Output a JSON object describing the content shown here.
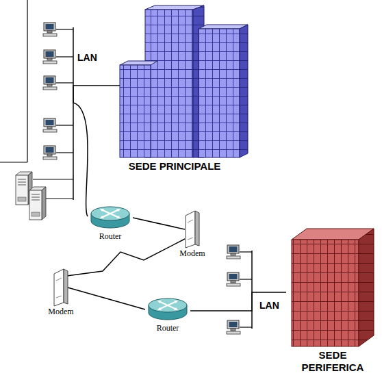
{
  "diagram": {
    "nodes": [
      {
        "text": [
          "SEDE PRINCIPALE"
        ]
      },
      {
        "text": [
          "Router"
        ]
      },
      {
        "text": [
          "Modem"
        ]
      },
      {
        "text": [
          "Modem"
        ]
      },
      {
        "text": [
          "Router"
        ]
      },
      {
        "text": [
          "SEDE PERIFERICA"
        ]
      }
    ],
    "edges": [
      {
        "from": 0,
        "to": 1,
        "arrow": "none"
      },
      {
        "from": 1,
        "to": 2,
        "arrow": "none"
      },
      {
        "from": 2,
        "to": 3,
        "arrow": "none"
      },
      {
        "from": 3,
        "to": 4,
        "arrow": "none"
      },
      {
        "from": 4,
        "to": 5,
        "arrow": "none"
      }
    ],
    "labels": [
      "LAN",
      "LAN"
    ]
  }
}
